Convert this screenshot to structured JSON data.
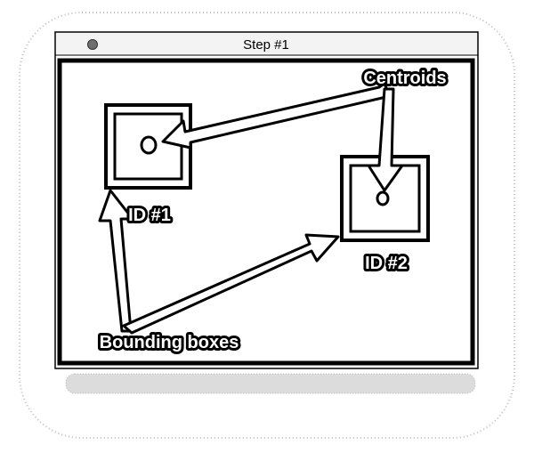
{
  "window": {
    "title": "Step #1",
    "icons": {
      "close": "close-dot-icon"
    }
  },
  "diagram": {
    "objects": [
      {
        "id_label": "ID #1"
      },
      {
        "id_label": "ID #2"
      }
    ],
    "callouts": {
      "centroids": "Centroids",
      "bounding_boxes": "Bounding boxes"
    }
  },
  "colors": {
    "ink": "#000000",
    "paper": "#ffffff",
    "shadow": "#cfcfcf"
  }
}
